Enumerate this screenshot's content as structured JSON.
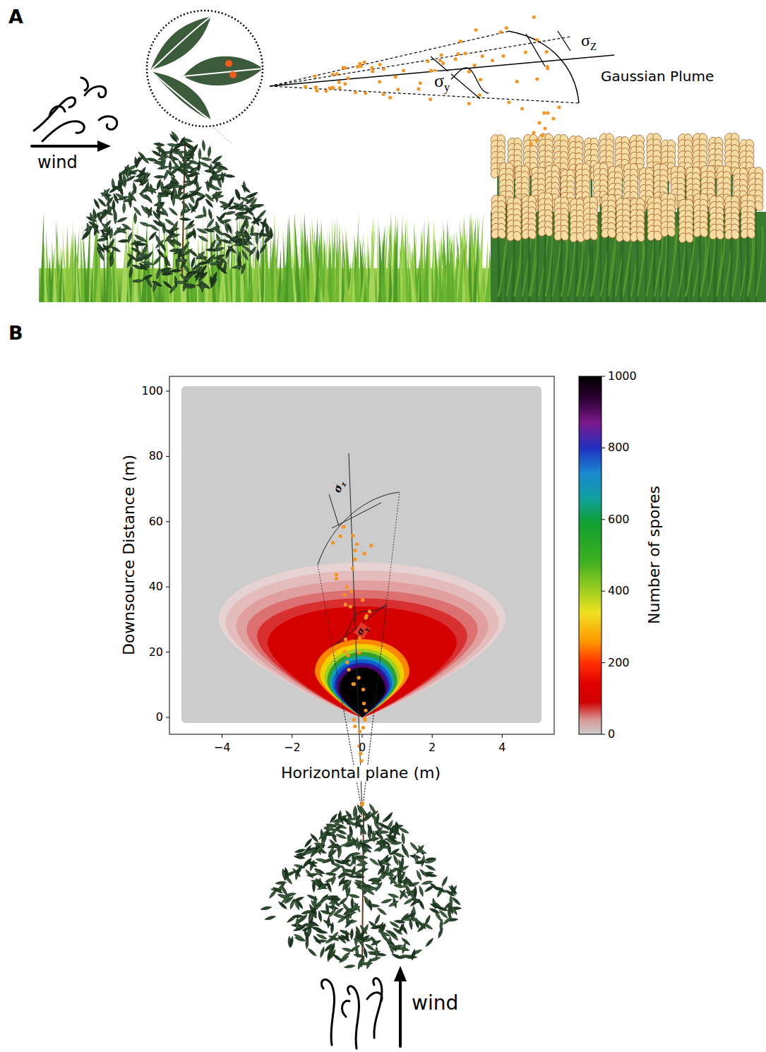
{
  "diagram": {
    "labels": [
      "A",
      "σy",
      "σZ",
      "Gaussian Plume",
      "wind",
      "B",
      "100",
      "80",
      "60",
      "40",
      "20",
      "0",
      "Downsource Distance (m)",
      "−4",
      "−2",
      "0",
      "2",
      "4",
      "Horizontal plane (m)",
      "1000",
      "800",
      "600",
      "400",
      "200",
      "0",
      "Number of spores",
      "σz",
      "σy",
      "wind"
    ]
  }
}
